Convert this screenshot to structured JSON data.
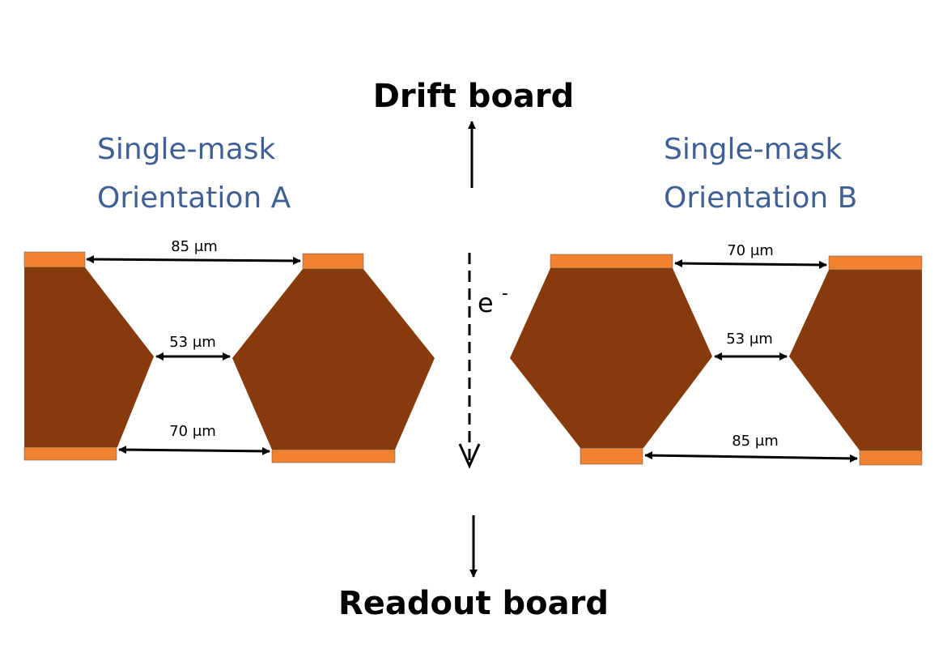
{
  "top_label": "Drift board",
  "bottom_label": "Readout board",
  "electron": {
    "symbol": "e",
    "superscript": "-"
  },
  "orientation_a": {
    "line1": "Single-mask",
    "line2": "Orientation A",
    "top_gap": "85 μm",
    "middle_gap": "53 μm",
    "bottom_gap": "70 μm"
  },
  "orientation_b": {
    "line1": "Single-mask",
    "line2": "Orientation B",
    "top_gap": "70 μm",
    "middle_gap": "53 μm",
    "bottom_gap": "85 μm"
  },
  "colors": {
    "dielectric": "#873b0d",
    "copper": "#f08232",
    "label": "#3f5f95"
  }
}
